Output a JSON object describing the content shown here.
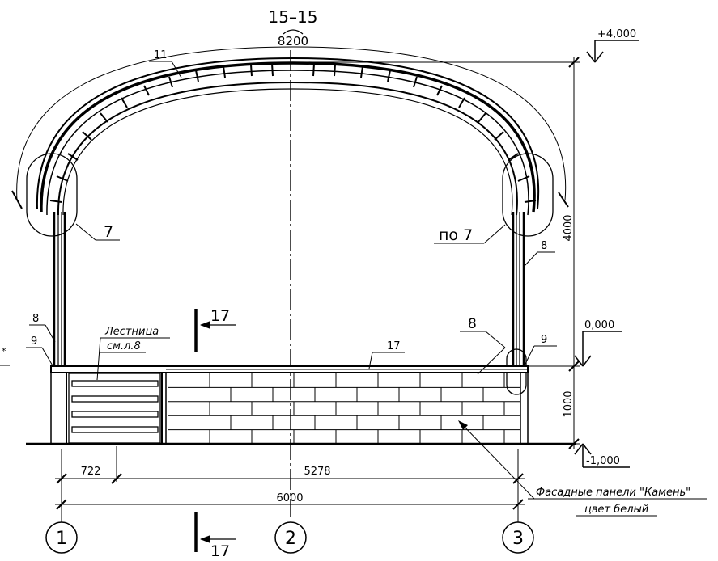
{
  "section": {
    "title": "15–15",
    "arc_length": "8200"
  },
  "levels": {
    "top": "+4,000",
    "floor": "0,000",
    "ground": "-1,000"
  },
  "dimensions": {
    "height_upper": "4000",
    "height_lower": "1000",
    "span_left": "722",
    "span_right": "5278",
    "span_total": "6000"
  },
  "callouts": {
    "arch": "11",
    "node_left": "7",
    "node_right": "по 7",
    "post_right": "8",
    "post_left": "8",
    "base_left": "9",
    "base_right": "9",
    "handrail": "17",
    "deck": "8",
    "stair_line1": "Лестница",
    "stair_line2": "см.л.8",
    "facade_line1": "Фасадные панели \"Камень\"",
    "facade_line2": "цвет белый"
  },
  "section_marks": {
    "upper": "17",
    "lower": "17"
  },
  "axes": [
    "1",
    "2",
    "3"
  ],
  "edge_mark": "*"
}
